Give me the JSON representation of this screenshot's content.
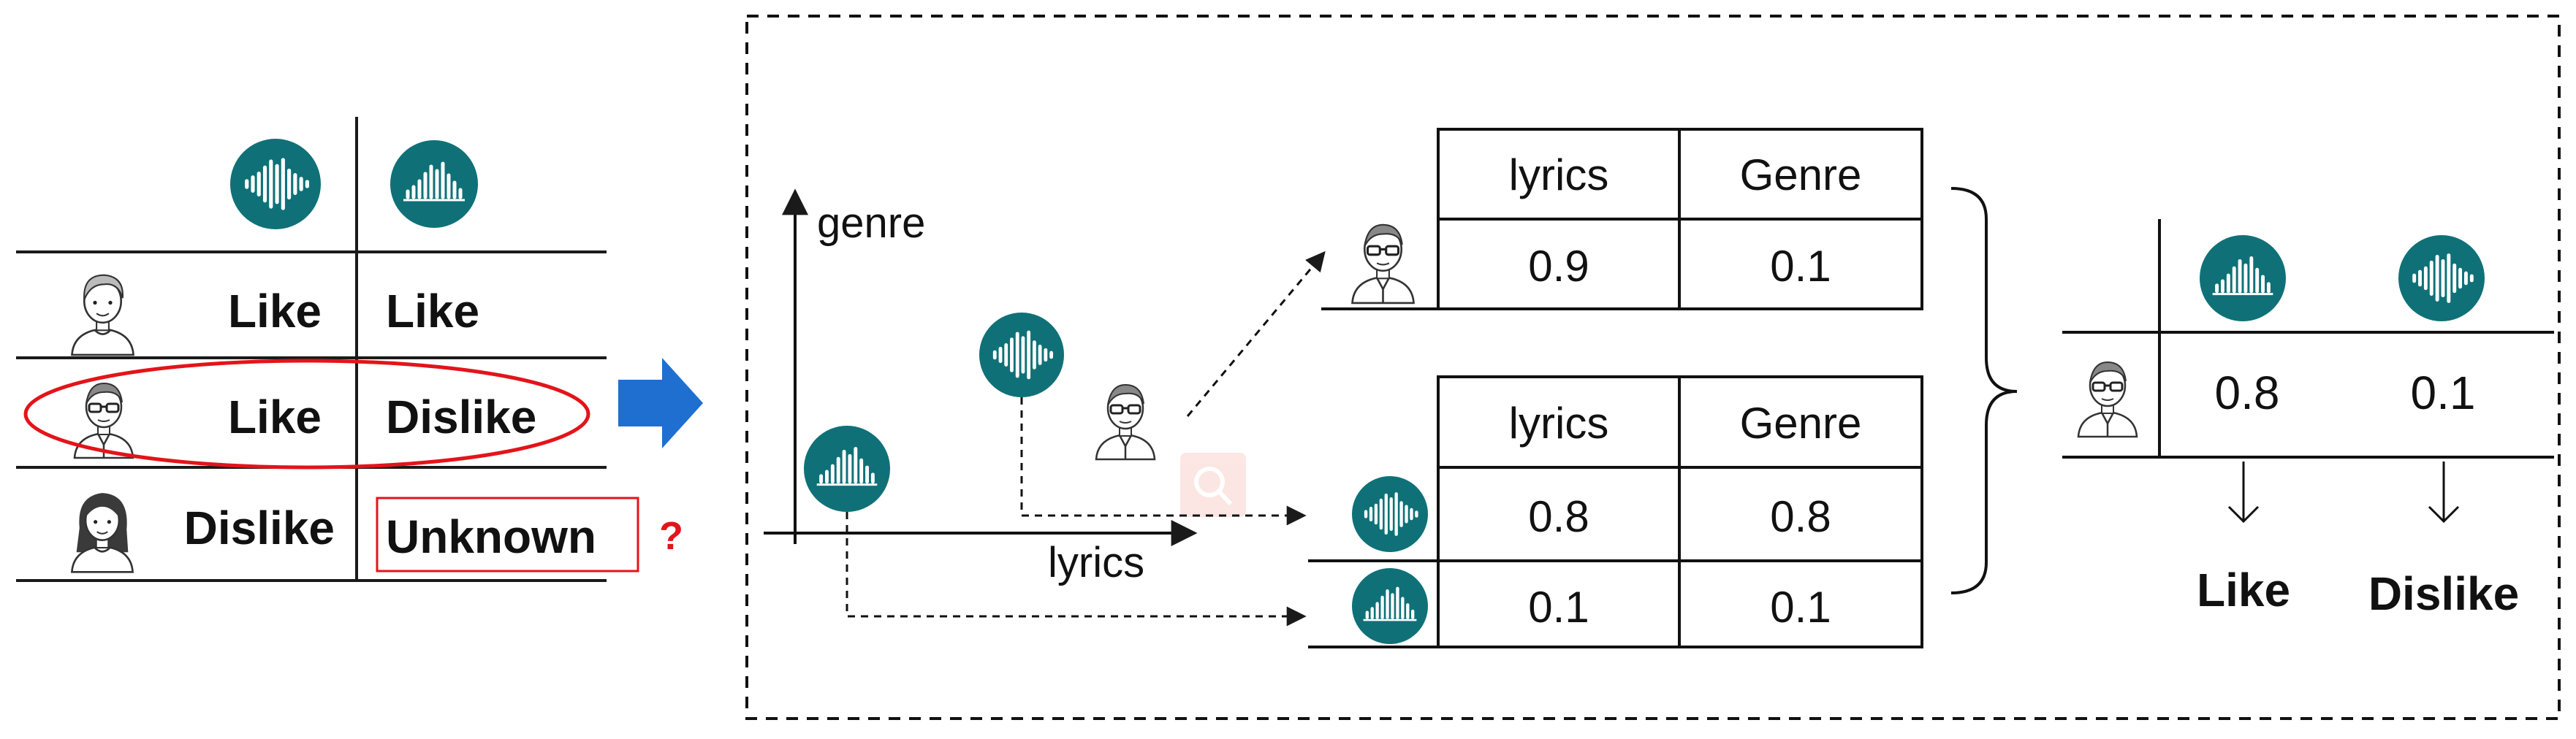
{
  "left_table": {
    "rows": [
      {
        "user": "user-1",
        "song1": "Like",
        "song2": "Like"
      },
      {
        "user": "user-2",
        "song1": "Like",
        "song2": "Dislike"
      },
      {
        "user": "user-3",
        "song1": "Dislike",
        "song2": "Unknown"
      }
    ],
    "question_mark": "?"
  },
  "scatter": {
    "y_axis_label": "genre",
    "x_axis_label": "lyrics"
  },
  "user_table": {
    "headers": [
      "lyrics",
      "Genre"
    ],
    "values": [
      "0.9",
      "0.1"
    ]
  },
  "song_table": {
    "headers": [
      "lyrics",
      "Genre"
    ],
    "rows": [
      [
        "0.8",
        "0.8"
      ],
      [
        "0.1",
        "0.1"
      ]
    ]
  },
  "result_table": {
    "values": [
      "0.8",
      "0.1"
    ],
    "outcomes": [
      "Like",
      "Dislike"
    ]
  },
  "colors": {
    "song_icon": "#0f7177",
    "arrow_blue": "#1f6fd1",
    "highlight_red": "#e3141a",
    "line": "#1a1a1a"
  },
  "icons": [
    "music-waveform-icon",
    "user-avatar-icon",
    "right-arrow-icon",
    "magnifier-icon"
  ]
}
